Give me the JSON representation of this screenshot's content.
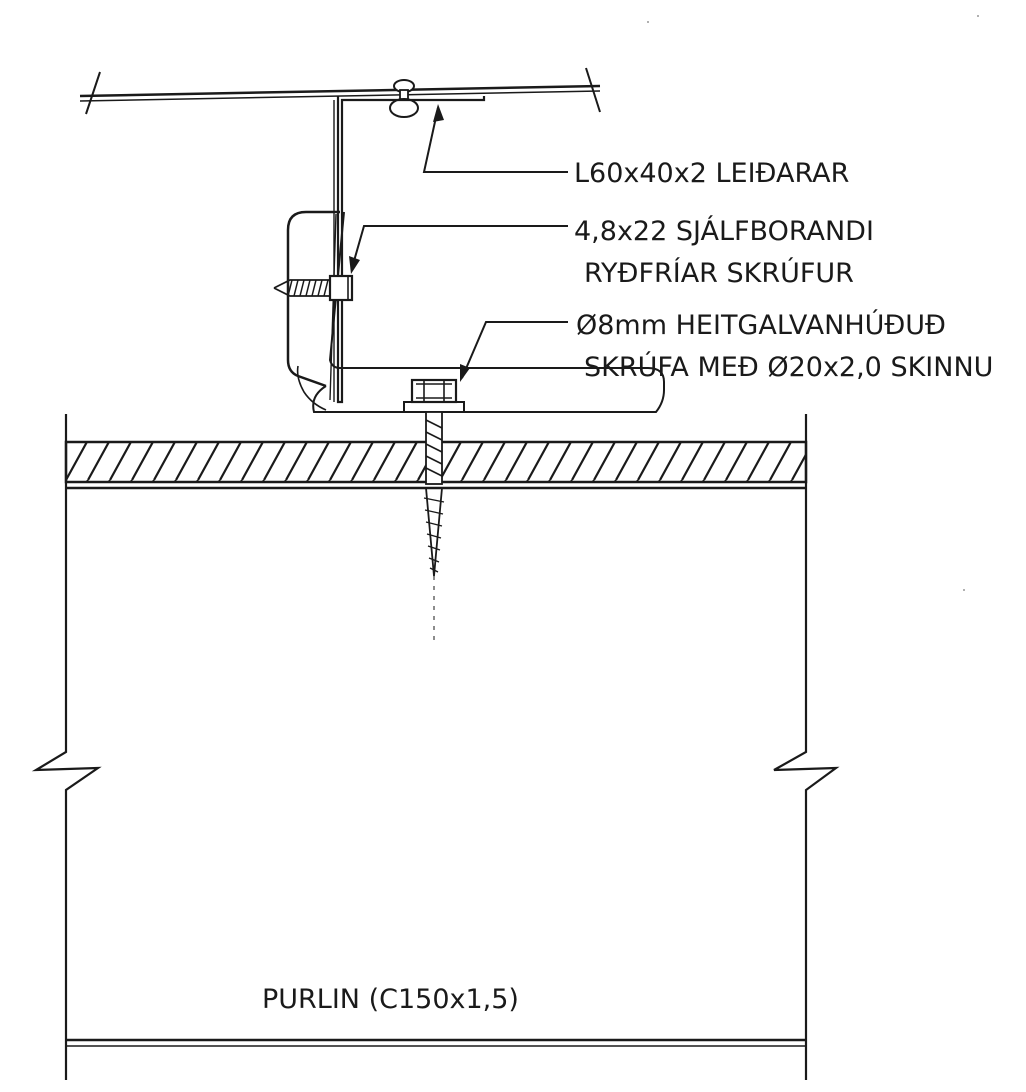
{
  "labels": {
    "guide": "L60x40x2 LEIÐARAR",
    "self_drilling_line1": "4,8x22 SJÁLFBORANDI",
    "self_drilling_line2": "RYÐFRÍAR SKRÚFUR",
    "galv_screw_line1": "Ø8mm HEITGALVANHÚÐUÐ",
    "galv_screw_line2": "SKRÚFA MEÐ Ø20x2,0 SKINNU",
    "purlin": "PURLIN (C150x1,5)"
  },
  "colors": {
    "ink": "#1a1a1a",
    "background": "#ffffff"
  }
}
